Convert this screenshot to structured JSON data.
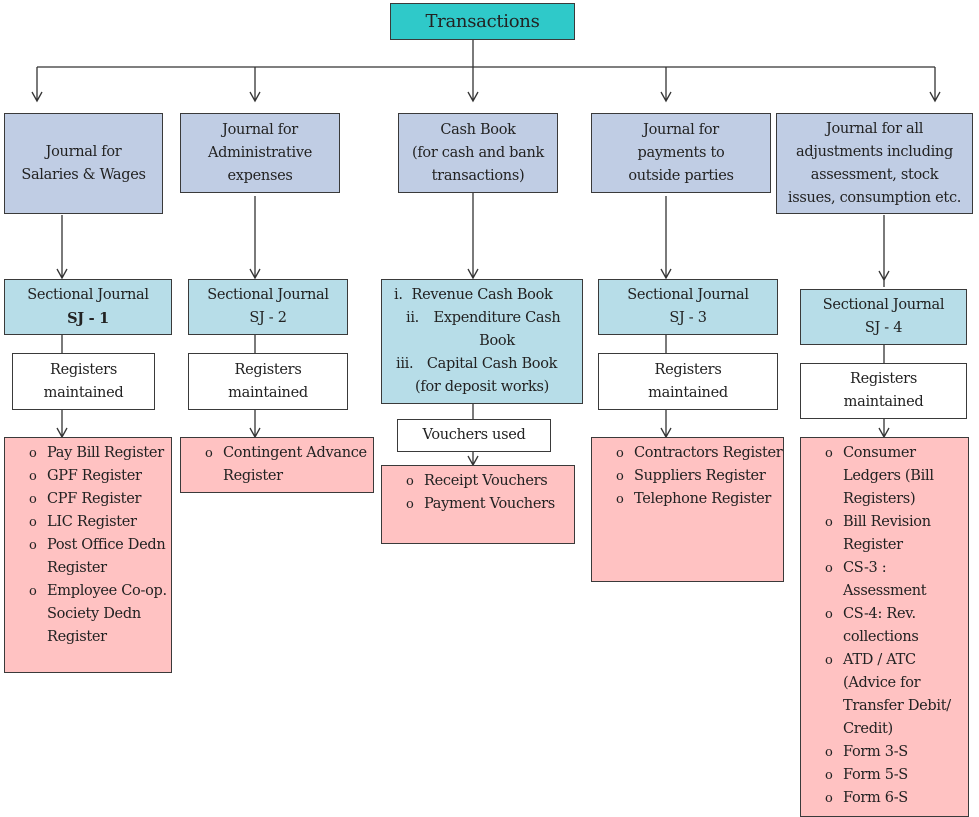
{
  "root": {
    "label": "Transactions"
  },
  "branches": [
    {
      "journal": [
        "Journal for",
        "Salaries & Wages"
      ],
      "sectional": {
        "title": "Sectional Journal",
        "code": "SJ - 1",
        "code_bold": true
      },
      "sub_header": [
        "Registers",
        "maintained"
      ],
      "items": [
        "Pay Bill Register",
        "GPF Register",
        "CPF Register",
        "LIC Register",
        "Post Office Dedn Register",
        "Employee Co-op. Society Dedn Register"
      ]
    },
    {
      "journal": [
        "Journal for",
        "Administrative",
        "expenses"
      ],
      "sectional": {
        "title": "Sectional Journal",
        "code": "SJ - 2"
      },
      "sub_header": [
        "Registers",
        "maintained"
      ],
      "items": [
        "Contingent Advance Register"
      ]
    },
    {
      "journal": [
        "Cash Book",
        "(for cash and bank",
        "transactions)"
      ],
      "cash_books": [
        {
          "num": "i.",
          "label": "Revenue Cash Book"
        },
        {
          "num": "ii.",
          "label": "Expenditure Cash Book"
        },
        {
          "num": "iii.",
          "label": "Capital Cash Book"
        }
      ],
      "cash_books_note": "(for deposit works)",
      "sub_header": [
        "Vouchers used"
      ],
      "items": [
        "Receipt Vouchers",
        "Payment Vouchers"
      ]
    },
    {
      "journal": [
        "Journal for",
        "payments to",
        "outside parties"
      ],
      "sectional": {
        "title": "Sectional Journal",
        "code": "SJ - 3"
      },
      "sub_header": [
        "Registers",
        "maintained"
      ],
      "items": [
        "Contractors Register",
        "Suppliers Register",
        "Telephone Register"
      ]
    },
    {
      "journal": [
        "Journal for all",
        "adjustments including",
        "assessment, stock",
        "issues, consumption etc."
      ],
      "sectional": {
        "title": "Sectional Journal",
        "code": "SJ - 4"
      },
      "sub_header": [
        "Registers",
        "maintained"
      ],
      "items": [
        "Consumer Ledgers (Bill Registers)",
        "Bill Revision Register",
        "CS-3 : Assessment",
        "CS-4: Rev. collections",
        "ATD / ATC (Advice for Transfer Debit/ Credit)",
        "Form 3-S",
        "Form 5-S",
        "Form 6-S"
      ]
    }
  ],
  "colors": {
    "root": "#2fc9c9",
    "journal": "#c0cde4",
    "sectional": "#b7dde8",
    "registers_header": "#ffffff",
    "registers_list": "#ffc2c2"
  }
}
